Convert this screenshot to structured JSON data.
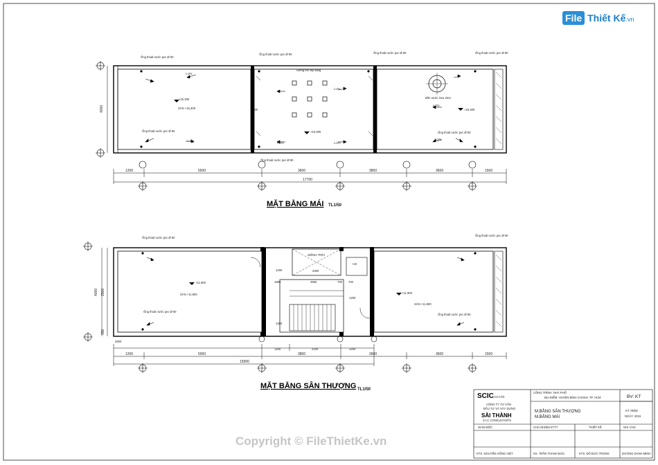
{
  "logo": {
    "badge": "File",
    "name": "Thiết Kế",
    "suffix": ".vn"
  },
  "watermark": "Copyright © FileThietKe.vn",
  "plan_roof": {
    "title": "MẶT BẰNG MÁI",
    "scale": "TL1/50",
    "dims": [
      "1200",
      "5500",
      "3600",
      "3800",
      "3600",
      "1500"
    ],
    "total": "17700",
    "left_dim": "4000",
    "notes": {
      "pipe_tl": "Ống thoát nước pvc Ø 90",
      "pipe_tm": "Ống thoát nước pvc Ø 90",
      "pipe_tr1": "Ống thoát nước pvc Ø 90",
      "pipe_tr2": "Ống thoát nước pvc Ø 90",
      "pipe_bl": "Ống thoát nước pvc Ø 90",
      "pipe_bm": "Ống thoát nước pvc Ø 90",
      "pipe_br": "Ống thoát nước pvc Ø 90",
      "skylight": "Giếng trời lấy sáng",
      "tank": "Bồn nước inox 2m3",
      "floor_left": "SÀN +15,300",
      "level1": "+15.300",
      "level2": "+15.300",
      "level3": "+15.300",
      "slope": "i=2%",
      "mid_dim": "500"
    }
  },
  "plan_terrace": {
    "title": "MẶT BẰNG SÂN THƯỢNG",
    "scale": "TL1/50",
    "dims": [
      "1200",
      "5000",
      "3800",
      "3600",
      "3600",
      "1500"
    ],
    "total": "15900",
    "left_dims": [
      "4000",
      "2500",
      "350"
    ],
    "inner_dims": [
      "1400",
      "2100",
      "1200",
      "2000",
      "1850",
      "2950",
      "700",
      "700",
      "1300",
      "1200",
      "2500"
    ],
    "notes": {
      "pipe_tl": "Ống thoát nước pvc Ø 90",
      "pipe_tr": "Ống thoát nước pvc Ø 90",
      "pipe_bl": "Ống thoát nước pvc Ø 90",
      "pipe_br": "Ống thoát nước pvc Ø 90",
      "skylight": "GIẾNG TRỜI",
      "floor_left": "SÂN +11,900",
      "floor_right": "SÂN +11,900",
      "level_l": "+11.900",
      "level_r": "+11.900",
      "wc": "+10"
    }
  },
  "title_block": {
    "company_short": "SCIC",
    "company_suffix": ".,CO.LTD",
    "company_lines": [
      "CÔNG TY TƯ VẤN",
      "ĐẦU TƯ VÀ XÂY DỰNG"
    ],
    "company_name": "SÀI THÀNH",
    "company_sub": "S.I.C CONSULTANTS",
    "director": "GIÁM ĐỐC",
    "director_name": "KTS. NGUYỄN HỒNG VIỆT",
    "project_label": "CÔNG TRÌNH: NHÀ PHỐ",
    "project_addr": "ĐỊA ĐIỂM: HUYỆN BÌNH CHÁNH, TP. HCM",
    "drawing_titles": [
      "M.BẰNG SÂN THƯỢNG",
      "M.BẰNG MÁI"
    ],
    "sheet_code": "BV: KT",
    "sheet_no": "KT: 05/08",
    "date": "NGÀY: 2015",
    "lead": "CHỦ NHIỆM KTTT",
    "lead_name": "KS. TRẦN THANH BẢO",
    "designer": "THIẾT KẾ",
    "designer_name": "KTS. ĐỖ ĐỨC TRỌNG",
    "checker": "GHI CHÚ",
    "checker_name": "DƯƠNG DANH MINH"
  }
}
